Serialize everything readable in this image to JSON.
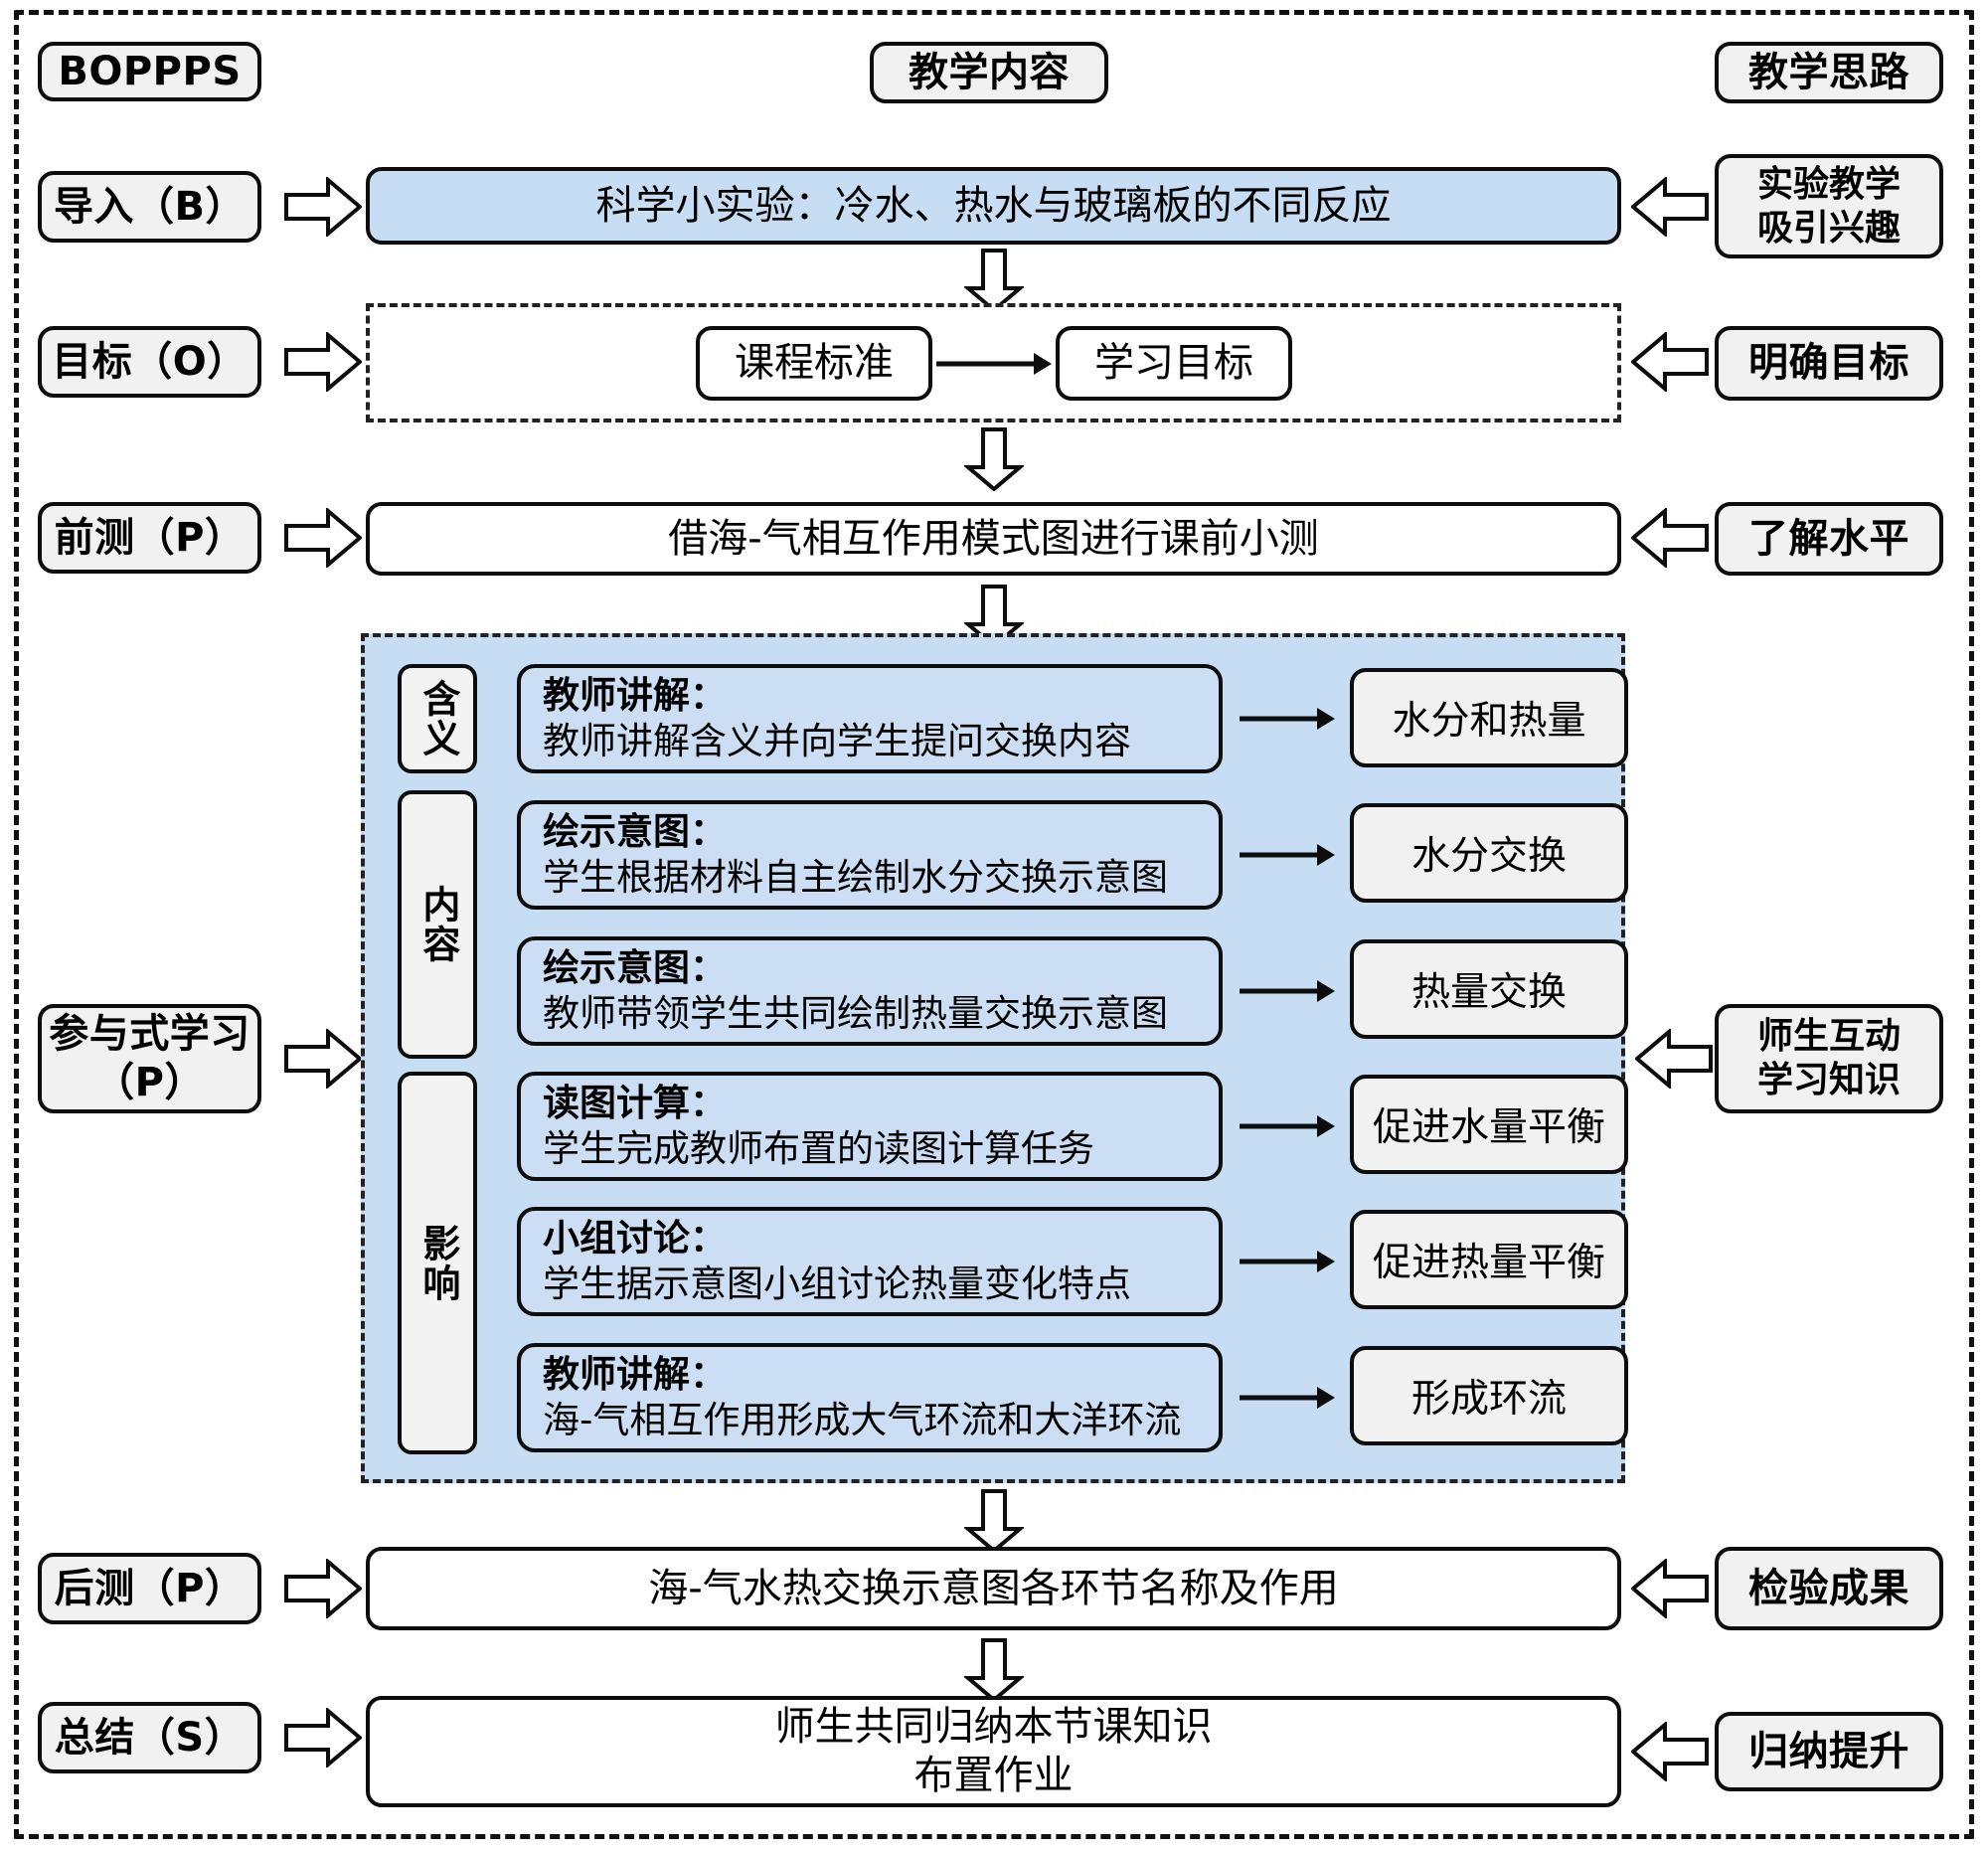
{
  "frame": {
    "outer_border_style": "dashed",
    "accent_blue": "#c7ddf3",
    "box_gray": "#f1f1f1",
    "line_black": "#0d0d0d"
  },
  "columns": {
    "left_header": "BOPPPS",
    "center_header": "教学内容",
    "right_header": "教学思路"
  },
  "rows": [
    {
      "stage": "导入（B）",
      "content": "科学小实验：冷水、热水与玻璃板的不同反应",
      "rationale": "实验教学\n吸引兴趣"
    },
    {
      "stage": "目标（O）",
      "content": "",
      "rationale": "明确目标"
    },
    {
      "stage": "前测（P）",
      "content": "借海-气相互作用模式图进行课前小测",
      "rationale": "了解水平"
    },
    {
      "stage": "参与式学习\n（P）",
      "content": "",
      "rationale": "师生互动\n学习知识"
    },
    {
      "stage": "后测（P）",
      "content": "海-气水热交换示意图各环节名称及作用",
      "rationale": "检验成果"
    },
    {
      "stage": "总结（S）",
      "content": "师生共同归纳本节课知识\n布置作业",
      "rationale": "归纳提升"
    }
  ],
  "objective_row": {
    "left_box": "课程标准",
    "right_box": "学习目标",
    "connector": "arrow-right"
  },
  "participatory": {
    "categories": [
      {
        "label": "含义",
        "span_rows": 1
      },
      {
        "label": "内容",
        "span_rows": 2
      },
      {
        "label": "影响",
        "span_rows": 3
      }
    ],
    "activities": [
      {
        "title": "教师讲解：",
        "desc": "教师讲解含义并向学生提问交换内容",
        "outcome": "水分和热量"
      },
      {
        "title": "绘示意图：",
        "desc": "学生根据材料自主绘制水分交换示意图",
        "outcome": "水分交换"
      },
      {
        "title": "绘示意图：",
        "desc": "教师带领学生共同绘制热量交换示意图",
        "outcome": "热量交换"
      },
      {
        "title": "读图计算：",
        "desc": "学生完成教师布置的读图计算任务",
        "outcome": "促进水量平衡"
      },
      {
        "title": "小组讨论：",
        "desc": "学生据示意图小组讨论热量变化特点",
        "outcome": "促进热量平衡"
      },
      {
        "title": "教师讲解：",
        "desc": "海-气相互作用形成大气环流和大洋环流",
        "outcome": "形成环流"
      }
    ]
  },
  "icons": {
    "stage_to_content": "block-arrow-right-icon",
    "rationale_to_content": "block-arrow-left-icon",
    "flow_down": "block-arrow-down-icon",
    "activity_to_outcome": "line-arrow-right-icon",
    "standard_to_goal": "line-arrow-right-icon"
  }
}
